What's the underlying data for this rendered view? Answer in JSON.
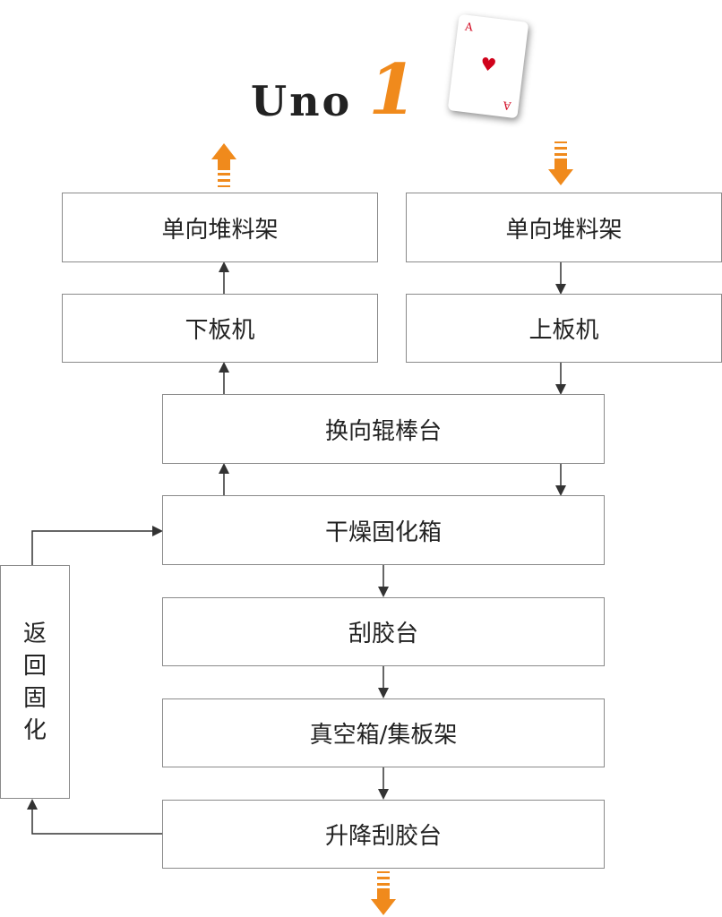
{
  "title": {
    "word": "Uno",
    "number": "1"
  },
  "card": {
    "rank": "A",
    "suit": "♥"
  },
  "boxes": {
    "unload_rack": "单向堆料架",
    "load_rack": "单向堆料架",
    "unloader": "下板机",
    "loader": "上板机",
    "roller_turner": "换向辊棒台",
    "drying_oven": "干燥固化箱",
    "scraper": "刮胶台",
    "vacuum_rack": "真空箱/集板架",
    "lift_scraper": "升降刮胶台",
    "return_cure": [
      "返",
      "回",
      "固",
      "化"
    ]
  },
  "colors": {
    "accent": "#f08a1c",
    "line": "#333333",
    "border": "#8a8a8a"
  }
}
